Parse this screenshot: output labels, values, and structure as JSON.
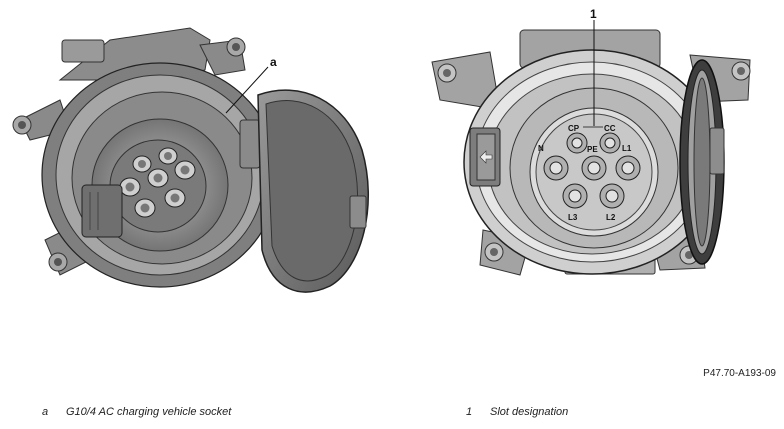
{
  "figure": {
    "callouts": {
      "left": "a",
      "right": "1"
    },
    "slots": {
      "cp": "CP",
      "cc": "CC",
      "n": "N",
      "pe": "PE",
      "l1": "L1",
      "l2": "L2",
      "l3": "L3"
    },
    "code": "P47.70-A193-09"
  },
  "legend": [
    {
      "key": "a",
      "text": "G10/4 AC charging vehicle socket"
    },
    {
      "key": "1",
      "text": "Slot designation"
    }
  ]
}
